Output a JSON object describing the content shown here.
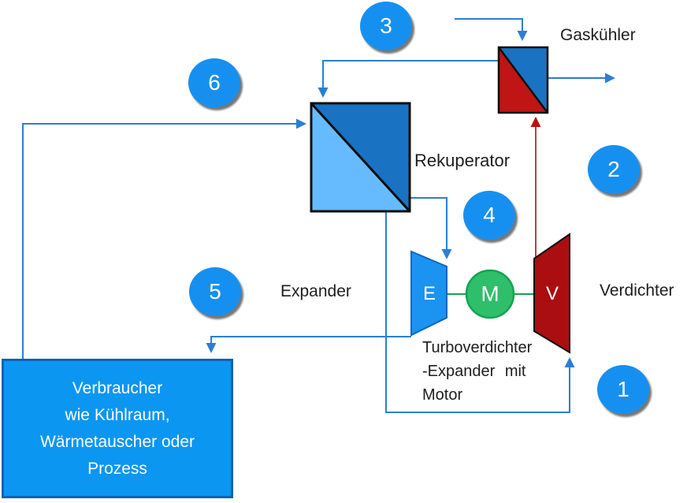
{
  "labels": {
    "gas_cooler": "Gaskühler",
    "recuperator": "Rekuperator",
    "expander": "Expander",
    "compressor": "Verdichter",
    "turbo_line1": "Turboverdichter",
    "turbo_line2": "-Expander mit",
    "turbo_line3": "Motor"
  },
  "unit_letters": {
    "expander": "E",
    "motor": "M",
    "compressor": "V"
  },
  "consumer_box": {
    "line1": "Verbraucher",
    "line2": "wie Kühlraum,",
    "line3": "Wärmetauscher oder",
    "line4": "Prozess"
  },
  "markers": {
    "m1": "1",
    "m2": "2",
    "m3": "3",
    "m4": "4",
    "m5": "5",
    "m6": "6"
  },
  "colors": {
    "marker_blue": "#1690f0",
    "line_blue": "#2a7fd4",
    "hx_dark_blue": "#1a72c2",
    "hx_light_blue": "#66bbff",
    "hot_red": "#c01515",
    "compressor_red": "#ab0e11",
    "expander_blue": "#1b93f0",
    "motor_green": "#2fbe69",
    "shaft_green": "#13a351",
    "consumer_fill": "#0b96f2",
    "consumer_border": "#0e63ae",
    "red_line": "#b5443a"
  }
}
